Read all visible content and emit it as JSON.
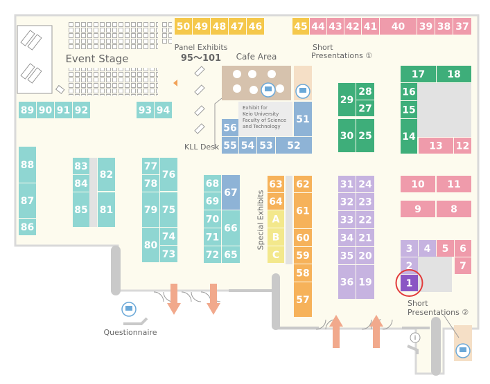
{
  "labels": {
    "event_stage": "Event Stage",
    "panel_exhibits": "Panel Exhibits",
    "panel_range": "95～101",
    "cafe_area": "Cafe Area",
    "short_pres_1_line1": "Short",
    "short_pres_1_line2": "Presentations ①",
    "exhibit_line1": "Exhibit for",
    "exhibit_line2": "Keio University",
    "exhibit_line3": "Faculty of Science",
    "exhibit_line4": "and Technology",
    "kll_desk": "KLL Desk",
    "special_exhibits": "Special Exhibits",
    "short_pres_2_line1": "Short",
    "short_pres_2_line2": "Presentations ②",
    "questionnaire": "Questionnaire",
    "info_symbol": "i"
  },
  "colors": {
    "teal": "#8fd6d2",
    "yellow": "#f5c84b",
    "pink": "#ef9bab",
    "green": "#3eae7a",
    "blue": "#8eb3d6",
    "orange": "#f6b25a",
    "light_yellow": "#f3e88c",
    "lavender": "#c6b3e0",
    "purple": "#8a56c4",
    "highlight_circle": "#e23a3a",
    "floor": "#fdfbee"
  },
  "highlight_booth": "1",
  "booths": [
    {
      "n": "50",
      "c": "yellow"
    },
    {
      "n": "49",
      "c": "yellow"
    },
    {
      "n": "48",
      "c": "yellow"
    },
    {
      "n": "47",
      "c": "yellow"
    },
    {
      "n": "46",
      "c": "yellow"
    },
    {
      "n": "45",
      "c": "yellow"
    },
    {
      "n": "44",
      "c": "pink"
    },
    {
      "n": "43",
      "c": "pink"
    },
    {
      "n": "42",
      "c": "pink"
    },
    {
      "n": "41",
      "c": "pink"
    },
    {
      "n": "40",
      "c": "pink"
    },
    {
      "n": "39",
      "c": "pink"
    },
    {
      "n": "38",
      "c": "pink"
    },
    {
      "n": "37",
      "c": "pink"
    },
    {
      "n": "89",
      "c": "teal"
    },
    {
      "n": "90",
      "c": "teal"
    },
    {
      "n": "91",
      "c": "teal"
    },
    {
      "n": "92",
      "c": "teal"
    },
    {
      "n": "93",
      "c": "teal"
    },
    {
      "n": "94",
      "c": "teal"
    },
    {
      "n": "56",
      "c": "blue"
    },
    {
      "n": "51",
      "c": "blue"
    },
    {
      "n": "55",
      "c": "blue"
    },
    {
      "n": "54",
      "c": "blue"
    },
    {
      "n": "53",
      "c": "blue"
    },
    {
      "n": "52",
      "c": "blue"
    },
    {
      "n": "29",
      "c": "green"
    },
    {
      "n": "28",
      "c": "green"
    },
    {
      "n": "27",
      "c": "green"
    },
    {
      "n": "30",
      "c": "green"
    },
    {
      "n": "25",
      "c": "green"
    },
    {
      "n": "17",
      "c": "green"
    },
    {
      "n": "18",
      "c": "green"
    },
    {
      "n": "16",
      "c": "green"
    },
    {
      "n": "15",
      "c": "green"
    },
    {
      "n": "14",
      "c": "green"
    },
    {
      "n": "13",
      "c": "pink"
    },
    {
      "n": "12",
      "c": "pink"
    },
    {
      "n": "88",
      "c": "teal"
    },
    {
      "n": "87",
      "c": "teal"
    },
    {
      "n": "86",
      "c": "teal"
    },
    {
      "n": "83",
      "c": "teal"
    },
    {
      "n": "84",
      "c": "teal"
    },
    {
      "n": "85",
      "c": "teal"
    },
    {
      "n": "82",
      "c": "teal"
    },
    {
      "n": "81",
      "c": "teal"
    },
    {
      "n": "77",
      "c": "teal"
    },
    {
      "n": "78",
      "c": "teal"
    },
    {
      "n": "79",
      "c": "teal"
    },
    {
      "n": "80",
      "c": "teal"
    },
    {
      "n": "76",
      "c": "teal"
    },
    {
      "n": "75",
      "c": "teal"
    },
    {
      "n": "74",
      "c": "teal"
    },
    {
      "n": "73",
      "c": "teal"
    },
    {
      "n": "68",
      "c": "teal"
    },
    {
      "n": "69",
      "c": "teal"
    },
    {
      "n": "70",
      "c": "teal"
    },
    {
      "n": "71",
      "c": "teal"
    },
    {
      "n": "72",
      "c": "teal"
    },
    {
      "n": "67",
      "c": "blue"
    },
    {
      "n": "66",
      "c": "teal"
    },
    {
      "n": "65",
      "c": "teal"
    },
    {
      "n": "63",
      "c": "orange"
    },
    {
      "n": "64",
      "c": "orange"
    },
    {
      "n": "A",
      "c": "light_yellow"
    },
    {
      "n": "B",
      "c": "light_yellow"
    },
    {
      "n": "C",
      "c": "light_yellow"
    },
    {
      "n": "62",
      "c": "orange"
    },
    {
      "n": "61",
      "c": "orange"
    },
    {
      "n": "60",
      "c": "orange"
    },
    {
      "n": "59",
      "c": "orange"
    },
    {
      "n": "58",
      "c": "orange"
    },
    {
      "n": "57",
      "c": "orange"
    },
    {
      "n": "31",
      "c": "lavender"
    },
    {
      "n": "24",
      "c": "lavender"
    },
    {
      "n": "32",
      "c": "lavender"
    },
    {
      "n": "23",
      "c": "lavender"
    },
    {
      "n": "33",
      "c": "lavender"
    },
    {
      "n": "22",
      "c": "lavender"
    },
    {
      "n": "34",
      "c": "lavender"
    },
    {
      "n": "21",
      "c": "lavender"
    },
    {
      "n": "35",
      "c": "lavender"
    },
    {
      "n": "20",
      "c": "lavender"
    },
    {
      "n": "36",
      "c": "lavender"
    },
    {
      "n": "19",
      "c": "lavender"
    },
    {
      "n": "10",
      "c": "pink"
    },
    {
      "n": "11",
      "c": "pink"
    },
    {
      "n": "9",
      "c": "pink"
    },
    {
      "n": "8",
      "c": "pink"
    },
    {
      "n": "3",
      "c": "lavender"
    },
    {
      "n": "4",
      "c": "lavender"
    },
    {
      "n": "5",
      "c": "pink"
    },
    {
      "n": "6",
      "c": "pink"
    },
    {
      "n": "2",
      "c": "lavender"
    },
    {
      "n": "7",
      "c": "pink"
    },
    {
      "n": "1",
      "c": "purple"
    }
  ]
}
